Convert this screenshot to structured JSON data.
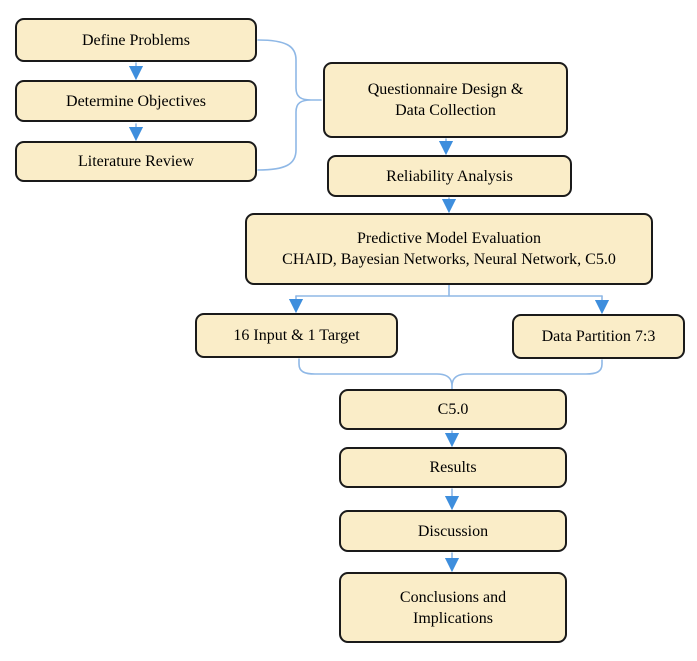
{
  "diagram": {
    "type": "flowchart",
    "nodes": {
      "define_problems": {
        "label": "Define Problems"
      },
      "determine_objectives": {
        "label": "Determine Objectives"
      },
      "literature_review": {
        "label": "Literature Review"
      },
      "questionnaire": {
        "line1": "Questionnaire Design &",
        "line2": "Data Collection"
      },
      "reliability": {
        "label": "Reliability Analysis"
      },
      "predictive": {
        "line1": "Predictive Model Evaluation",
        "line2": "CHAID, Bayesian Networks, Neural Network, C5.0"
      },
      "input_target": {
        "label": "16 Input & 1 Target"
      },
      "data_partition": {
        "label": "Data Partition 7:3"
      },
      "c50": {
        "label": "C5.0"
      },
      "results": {
        "label": "Results"
      },
      "discussion": {
        "label": "Discussion"
      },
      "conclusions": {
        "line1": "Conclusions and",
        "line2": "Implications"
      }
    },
    "edges": [
      "Define Problems -> Determine Objectives",
      "Determine Objectives -> Literature Review",
      "Define Problems + Determine Objectives + Literature Review } Questionnaire Design & Data Collection",
      "Questionnaire Design & Data Collection -> Reliability Analysis",
      "Reliability Analysis -> Predictive Model Evaluation",
      "Predictive Model Evaluation -> 16 Input & 1 Target",
      "Predictive Model Evaluation -> Data Partition 7:3",
      "16 Input & 1 Target + Data Partition 7:3 } C5.0",
      "C5.0 -> Results",
      "Results -> Discussion",
      "Discussion -> Conclusions and Implications"
    ],
    "colors": {
      "node_fill": "#FAEDC8",
      "node_border": "#1A1A1A",
      "connector_line": "#8FB8E6",
      "arrowhead": "#3E8EDD",
      "background": "#FFFFFF",
      "text": "#000000"
    }
  }
}
